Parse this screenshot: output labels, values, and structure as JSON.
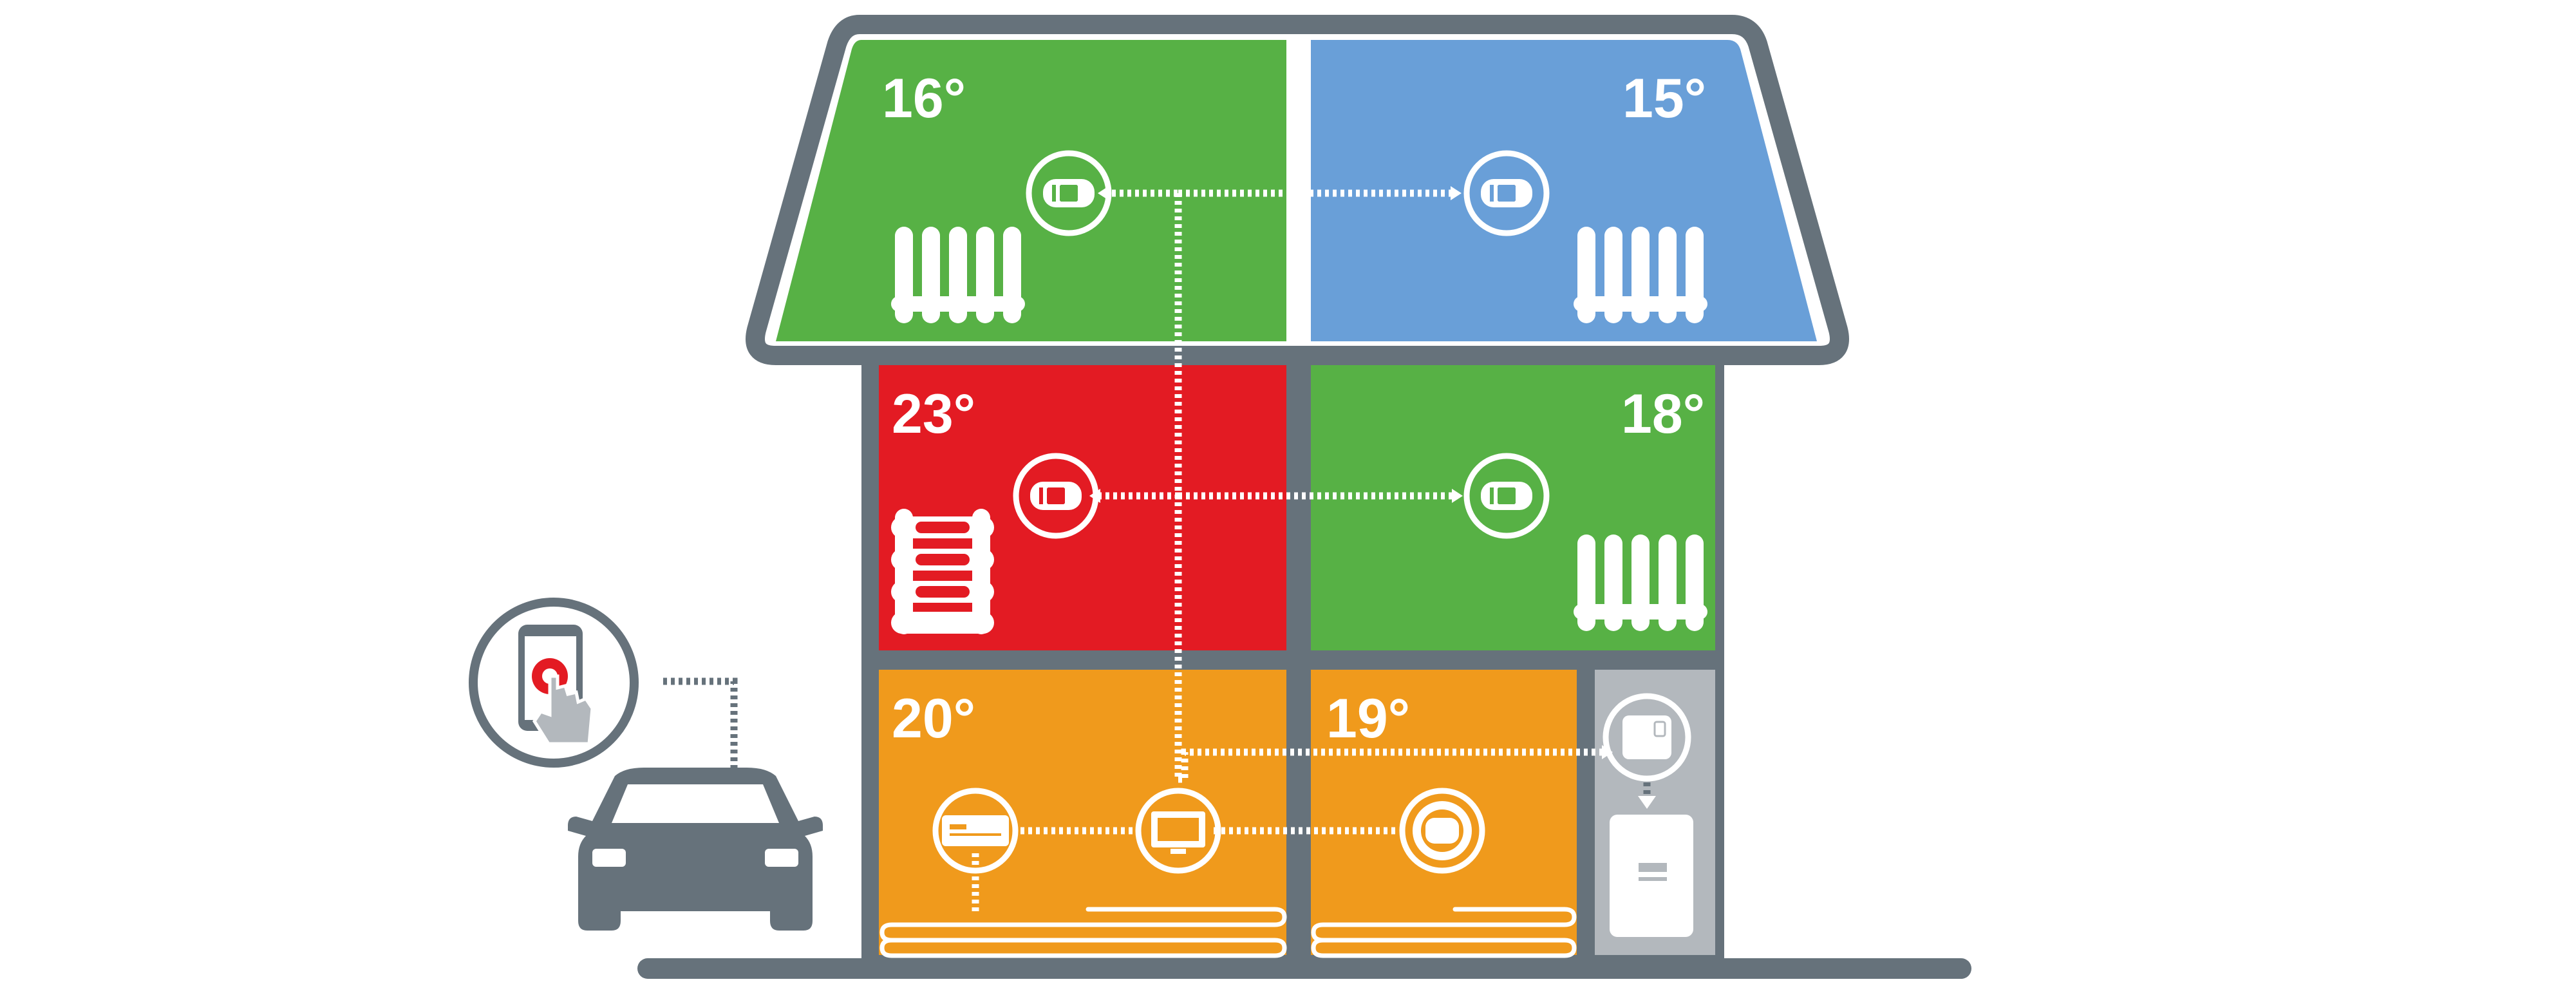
{
  "colors": {
    "outline": "#66727b",
    "green": "#57b145",
    "blue": "#699fd8",
    "red": "#e31b23",
    "orange": "#f09a1c",
    "gray_panel": "#b3b8bd",
    "white": "#ffffff",
    "accent_red": "#e31b23"
  },
  "rooms": {
    "attic_left": {
      "temperature": "16°",
      "color": "green",
      "heater": "radiator-icon"
    },
    "attic_right": {
      "temperature": "15°",
      "color": "blue",
      "heater": "radiator-icon"
    },
    "middle_left": {
      "temperature": "23°",
      "color": "red",
      "heater": "towel-radiator-icon"
    },
    "middle_right": {
      "temperature": "18°",
      "color": "green",
      "heater": "radiator-icon"
    },
    "ground_left": {
      "temperature": "20°",
      "color": "orange",
      "heater": "underfloor-heating-icon"
    },
    "ground_mid": {
      "temperature": "19°",
      "color": "orange",
      "heater": "underfloor-heating-icon"
    }
  },
  "devices": {
    "radiator_thermostat": "radiator-thermostat-icon",
    "wall_controller": "wall-controller-icon",
    "central_display": "display-unit-icon",
    "room_sensor": "round-room-sensor-icon",
    "heating_module": "heating-module-icon",
    "boiler": "boiler-icon",
    "smartphone": "smartphone-touch-icon",
    "car": "car-icon"
  }
}
